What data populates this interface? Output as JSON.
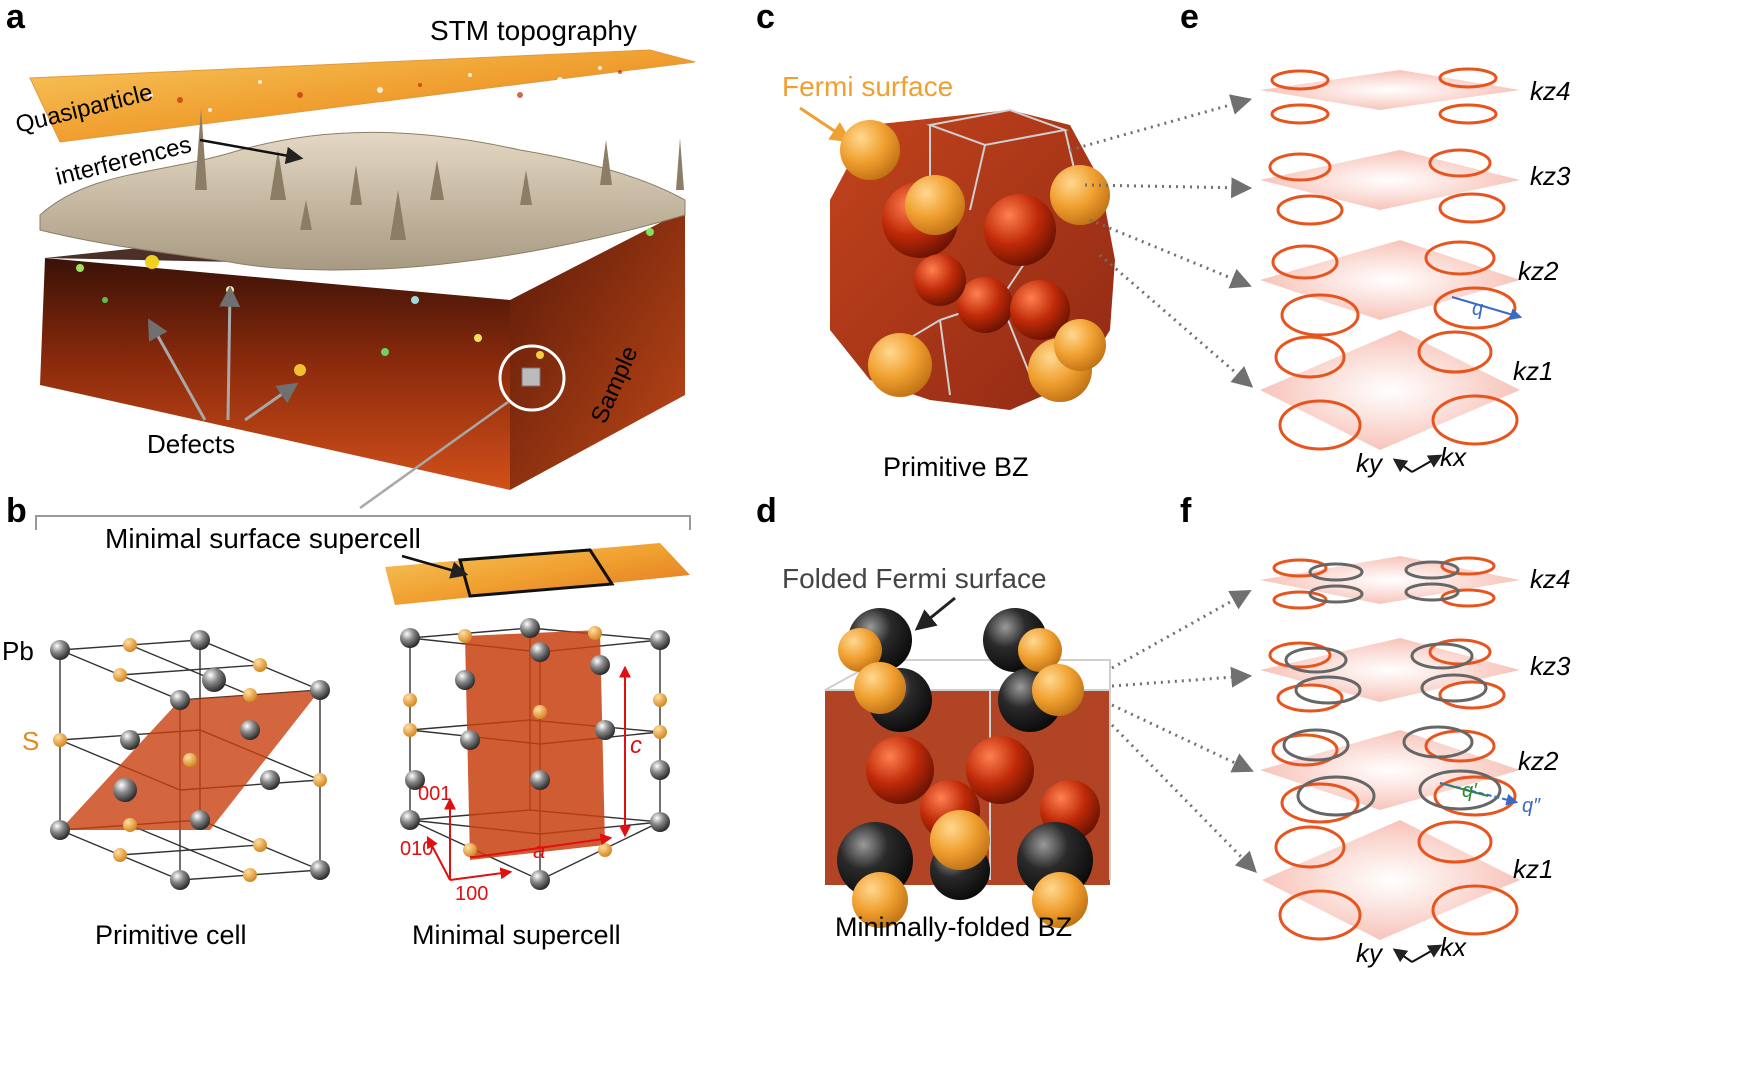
{
  "panels": {
    "a": {
      "letter": "a",
      "stm_title": "STM topography",
      "qpi_line1": "Quasiparticle",
      "qpi_line2": "interferences",
      "defects": "Defects",
      "sample": "Sample"
    },
    "b": {
      "letter": "b",
      "supercell_title": "Minimal surface supercell",
      "pb": "Pb",
      "s": "S",
      "primitive_cell": "Primitive cell",
      "minimal_supercell": "Minimal supercell",
      "dir_001": "001",
      "dir_010": "010",
      "dir_100": "100",
      "lattice_a": "a",
      "lattice_c": "c"
    },
    "c": {
      "letter": "c",
      "fermi_surface": "Fermi surface",
      "caption": "Primitive BZ"
    },
    "d": {
      "letter": "d",
      "folded_fs": "Folded Fermi surface",
      "caption": "Minimally-folded BZ"
    },
    "e": {
      "letter": "e",
      "kz_labels": [
        "kz4",
        "kz3",
        "kz2",
        "kz1"
      ],
      "q": "q",
      "ky": "ky",
      "kx": "kx"
    },
    "f": {
      "letter": "f",
      "kz_labels": [
        "kz4",
        "kz3",
        "kz2",
        "kz1"
      ],
      "q_prime": "q′",
      "q_double": "q″",
      "ky": "ky",
      "kx": "kx"
    }
  },
  "colors": {
    "orange": "#f0a030",
    "dark_red": "#8a1e08",
    "contour_red": "#e8541e",
    "contour_gray": "#666666",
    "plane_pink": "#f9c9c0",
    "q_blue": "#3a6bc4",
    "q_green": "#2f8a2f",
    "arrow_red": "#e01010"
  }
}
